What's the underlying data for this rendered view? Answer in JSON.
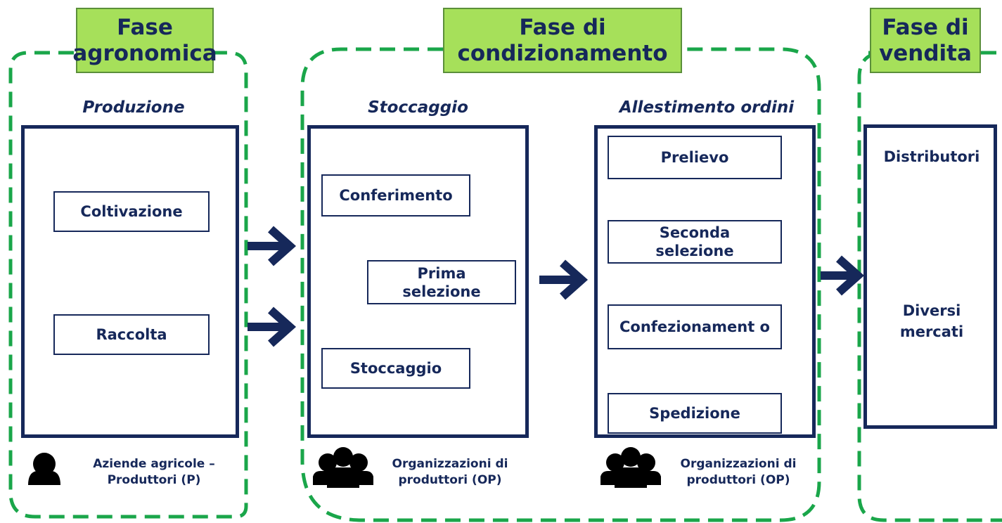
{
  "phases": {
    "agronomica": "Fase agronomica",
    "condizionamento": "Fase di condizionamento",
    "vendita": "Fase di vendita"
  },
  "stages": {
    "produzione": "Produzione",
    "stoccaggio": "Stoccaggio",
    "allestimento": "Allestimento ordini"
  },
  "steps": {
    "coltivazione": "Coltivazione",
    "raccolta": "Raccolta",
    "conferimento": "Conferimento",
    "prima_selezione": "Prima selezione",
    "stoccaggio": "Stoccaggio",
    "prelievo": "Prelievo",
    "seconda_selezione": "Seconda selezione",
    "confezionamento": "Confezionament o",
    "spedizione": "Spedizione"
  },
  "actors": {
    "agronomica": "Aziende agricole – Produttori (P)",
    "stoccaggio": "Organizzazioni di produttori (OP)",
    "allestimento": "Organizzazioni di produttori (OP)"
  },
  "vendita": {
    "distributori": "Distributori",
    "mercati": "Diversi mercati"
  },
  "colors": {
    "navy": "#16285a",
    "green_dash": "#1aa64a",
    "label_fill": "#a6e05a"
  },
  "icons": [
    "person-icon",
    "group-icon",
    "supermarket-image",
    "world-map-image",
    "arrow-right-icon",
    "arrow-down-icon"
  ]
}
